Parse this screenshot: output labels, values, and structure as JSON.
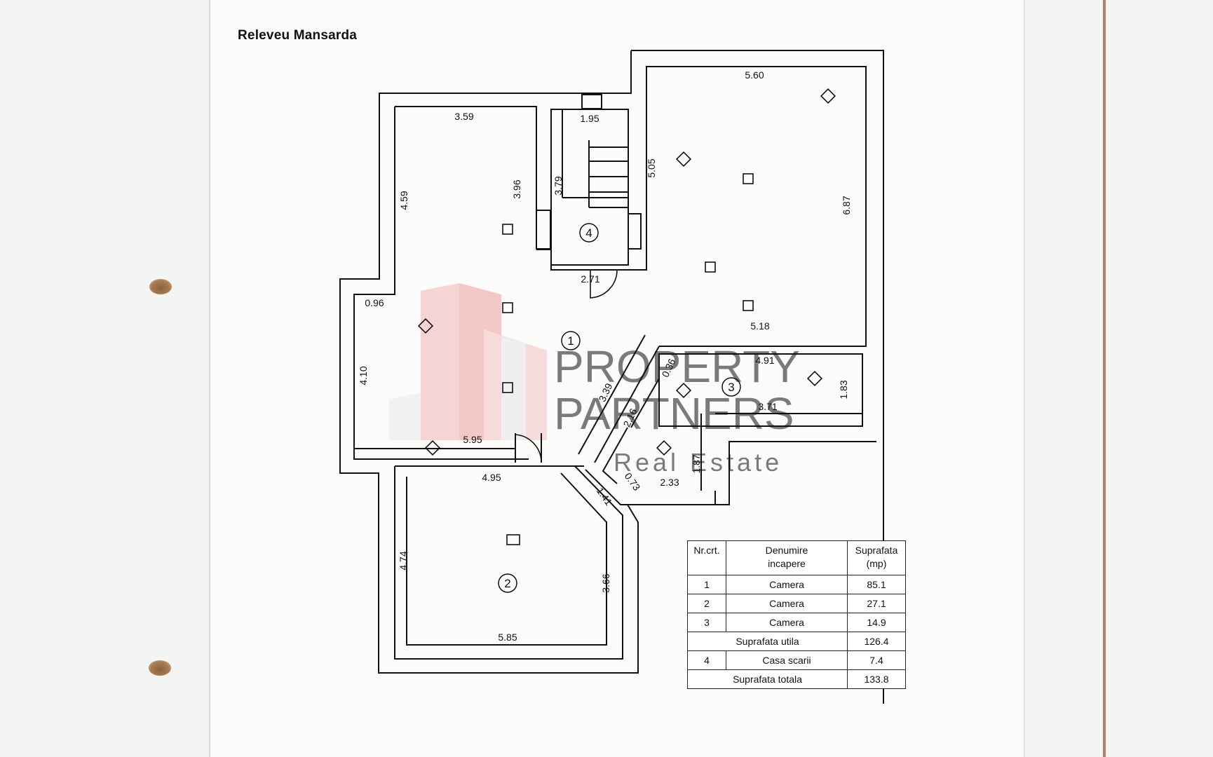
{
  "title": "Releveu Mansarda",
  "watermark": {
    "line1": "PROPERTY",
    "line2": "PARTNERS",
    "line3": "Real Estate"
  },
  "rooms": [
    "1",
    "2",
    "3",
    "4"
  ],
  "dimensions": {
    "d_3_59": "3.59",
    "d_1_95": "1.95",
    "d_5_60": "5.60",
    "d_4_59": "4.59",
    "d_3_96": "3.96",
    "d_3_79": "3.79",
    "d_5_05": "5.05",
    "d_6_87": "6.87",
    "d_2_71": "2.71",
    "d_0_96": "0.96",
    "d_5_18": "5.18",
    "d_4_10": "4.10",
    "d_4_91": "4.91",
    "d_0_36": "0.36",
    "d_3_39": "3.39",
    "d_2_16": "2.16",
    "d_3_71": "3.71",
    "d_1_83": "1.83",
    "d_5_95": "5.95",
    "d_1_87": "1.87",
    "d_4_95": "4.95",
    "d_0_73": "0.73",
    "d_2_33": "2.33",
    "d_1_41": "1.41",
    "d_4_74": "4.74",
    "d_3_66": "3.66",
    "d_5_85": "5.85"
  },
  "table": {
    "headers": {
      "nr": "Nr.crt.",
      "name_l1": "Denumire",
      "name_l2": "incapere",
      "area_l1": "Suprafata",
      "area_l2": "(mp)"
    },
    "rows": [
      {
        "nr": "1",
        "name": "Camera",
        "area": "85.1"
      },
      {
        "nr": "2",
        "name": "Camera",
        "area": "27.1"
      },
      {
        "nr": "3",
        "name": "Camera",
        "area": "14.9"
      }
    ],
    "useful": {
      "label": "Suprafata utila",
      "area": "126.4"
    },
    "stair": {
      "nr": "4",
      "name": "Casa scarii",
      "area": "7.4"
    },
    "total": {
      "label": "Suprafata totala",
      "area": "133.8"
    }
  }
}
